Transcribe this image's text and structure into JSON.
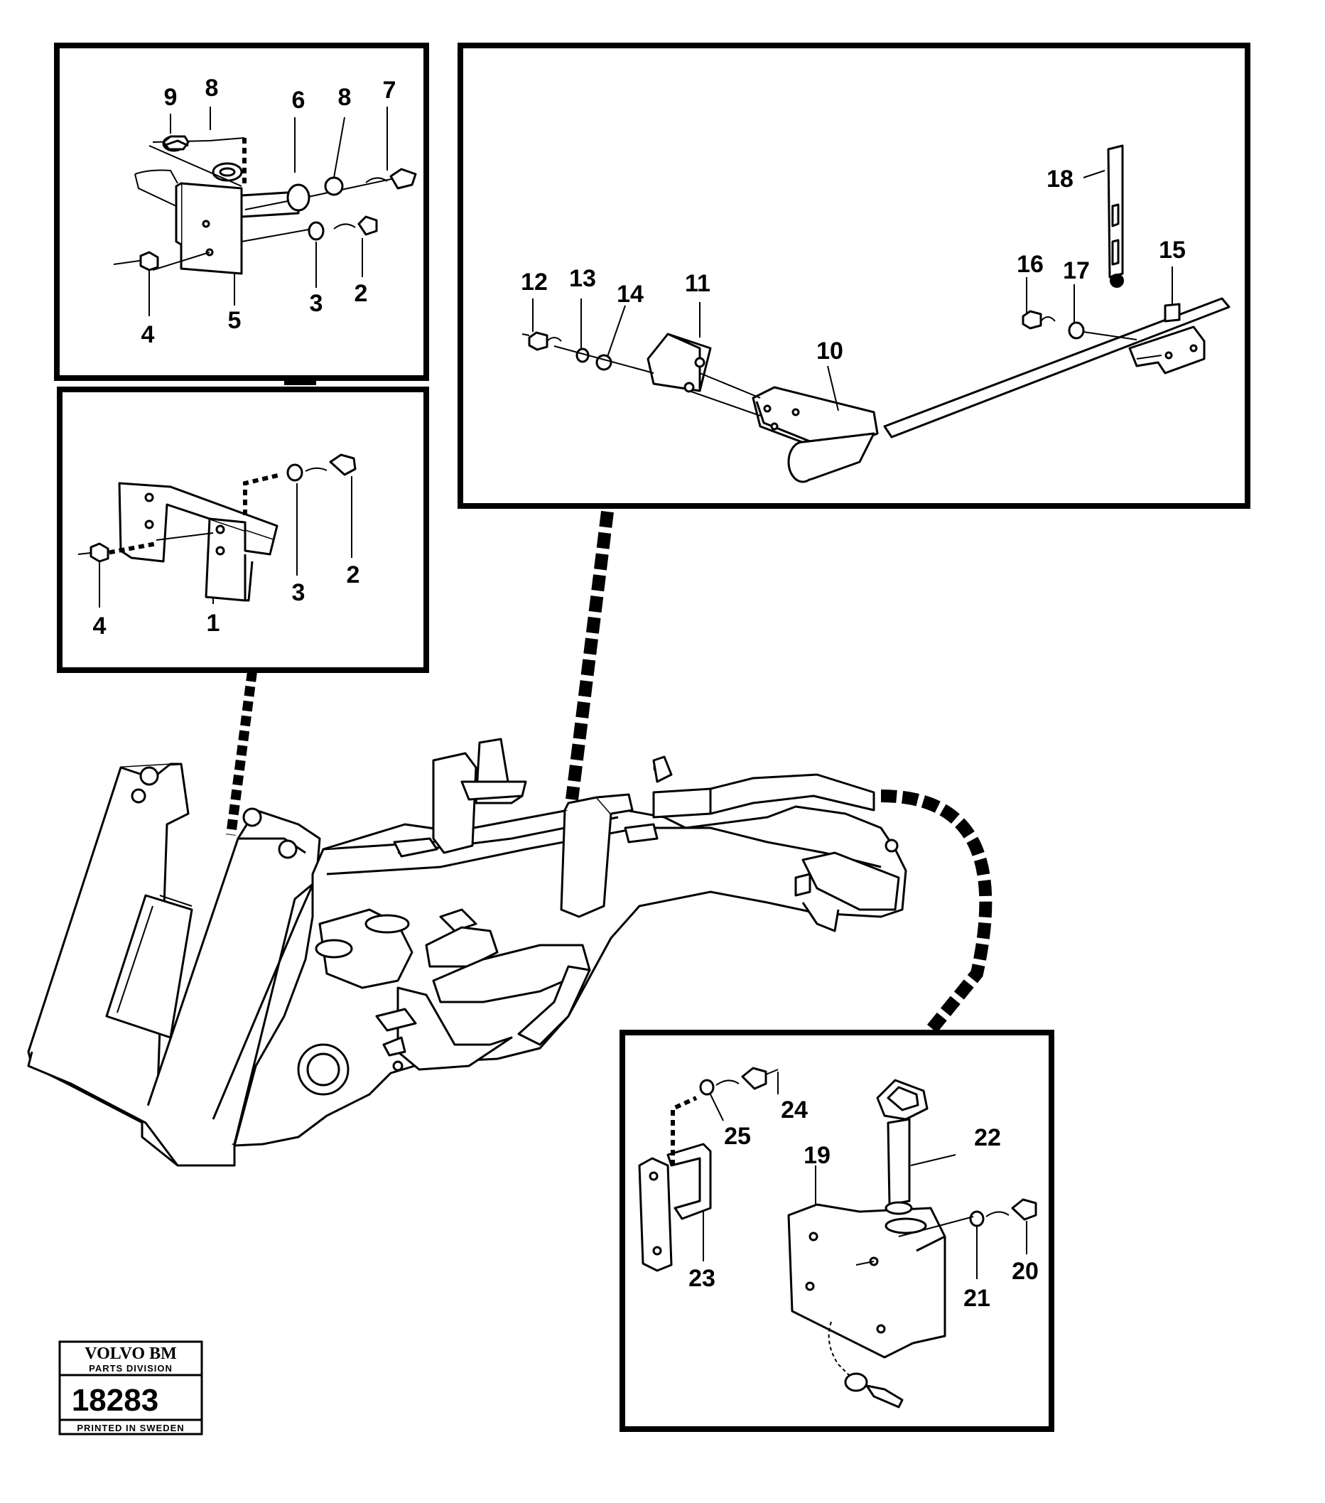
{
  "badge": {
    "brand": "VOLVO BM",
    "division": "PARTS DIVISION",
    "number": "18283",
    "printed": "PRINTED IN SWEDEN"
  },
  "panels": {
    "top_left": {
      "labels": [
        "9",
        "8",
        "6",
        "8",
        "7",
        "4",
        "5",
        "3",
        "2"
      ]
    },
    "mid_left": {
      "labels": [
        "3",
        "2",
        "4",
        "1"
      ]
    },
    "top_right": {
      "labels": [
        "18",
        "15",
        "12",
        "13",
        "14",
        "11",
        "16",
        "17",
        "10"
      ]
    },
    "bottom_right": {
      "labels": [
        "24",
        "25",
        "22",
        "19",
        "21",
        "20",
        "23"
      ]
    }
  }
}
